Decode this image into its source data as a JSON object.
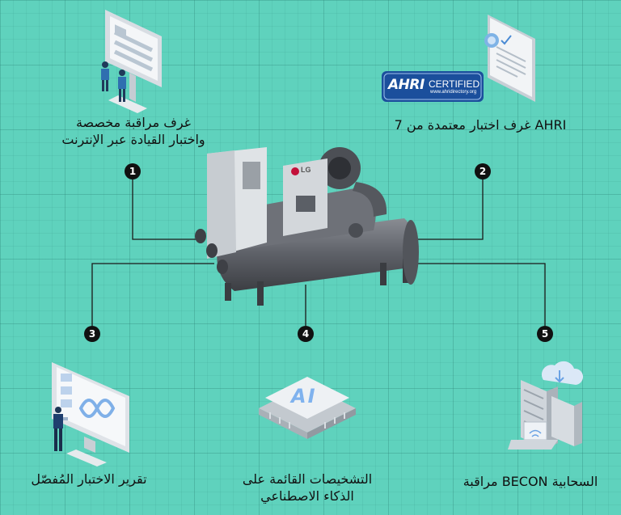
{
  "items": [
    {
      "number": "1",
      "label_line1": "غرف مراقبة مخصصة",
      "label_line2": "واختبار القيادة عبر الإنترنت"
    },
    {
      "number": "2",
      "label_line1": "AHRI غرف اختبار معتمدة من 7"
    },
    {
      "number": "3",
      "label_line1": "تقرير الاختبار المُفصّل"
    },
    {
      "number": "4",
      "label_line1": "التشخيصات القائمة على",
      "label_line2": "الذكاء الاصطناعي"
    },
    {
      "number": "5",
      "label_line1": "السحابية BECON مراقبة"
    }
  ],
  "badge": {
    "logo_text": "AHRI",
    "certified_text": "CERTIFIED",
    "url_text": "www.ahridirectory.org"
  },
  "chiller": {
    "brand": "LG"
  },
  "ai_chip_text": "AI",
  "colors": {
    "background": "#5fd2bd",
    "connector": "#1a1a1a",
    "accent": "#3a7bd5"
  }
}
